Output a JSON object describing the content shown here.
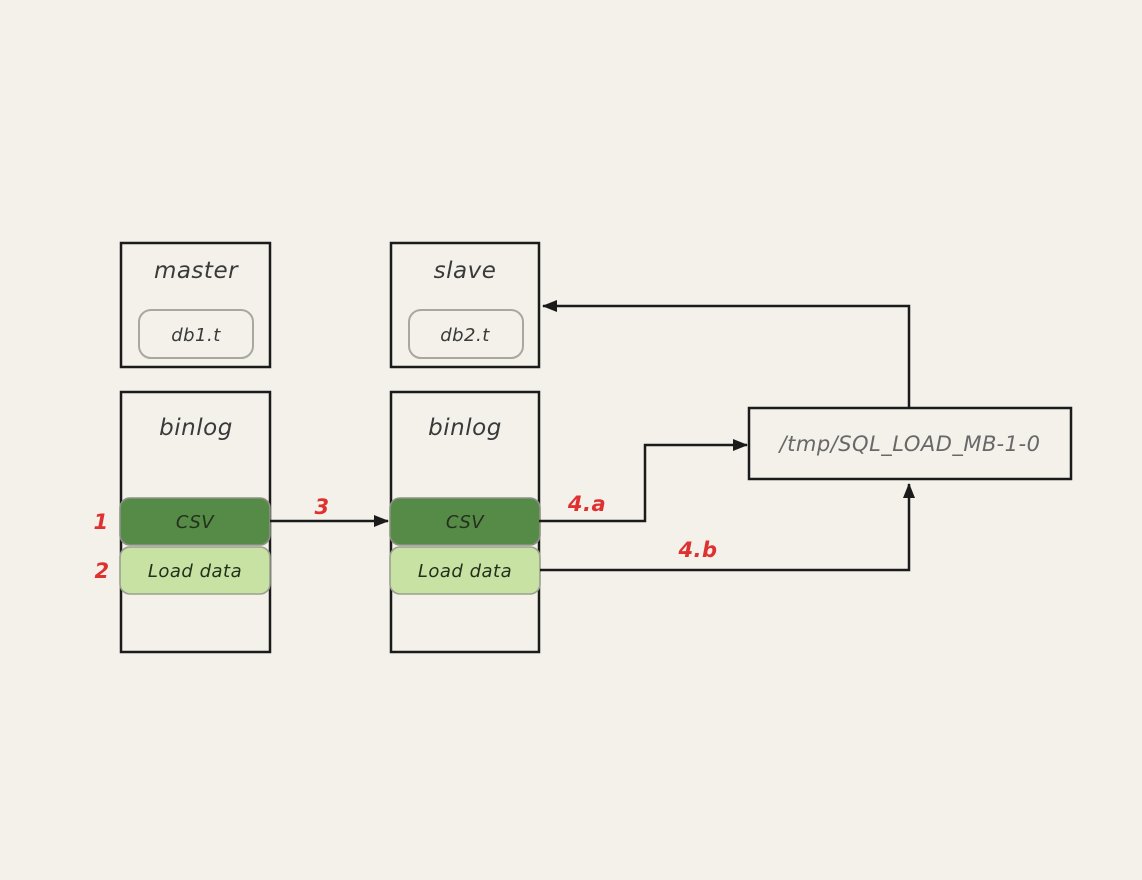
{
  "diagram": {
    "title_context": "MySQL master/slave binlog LOAD DATA replication flow",
    "background": "#f3f1ea",
    "line_color": "#1b1b1b",
    "nodes": {
      "master": {
        "label": "master",
        "table": "db1.t"
      },
      "slave": {
        "label": "slave",
        "table": "db2.t"
      },
      "master_binlog": {
        "label": "binlog",
        "csv": "CSV",
        "load": "Load data"
      },
      "slave_binlog": {
        "label": "binlog",
        "csv": "CSV",
        "load": "Load data"
      },
      "tmp_file": {
        "label": "/tmp/SQL_LOAD_MB-1-0"
      }
    },
    "annotations": {
      "step1": "1",
      "step2": "2",
      "step3": "3",
      "step4a": "4.a",
      "step4b": "4.b"
    },
    "colors": {
      "csv_fill": "#558B46",
      "csv_stroke": "#8e9286",
      "load_fill": "#C8E2A4",
      "load_stroke": "#9aa08f",
      "annotation_red": "#e03131",
      "tmp_text": "#686868",
      "box_stroke": "#1b1b1b",
      "rounded_box_stroke": "#a8a8a0",
      "box_fill": "#f3f1ea"
    }
  }
}
